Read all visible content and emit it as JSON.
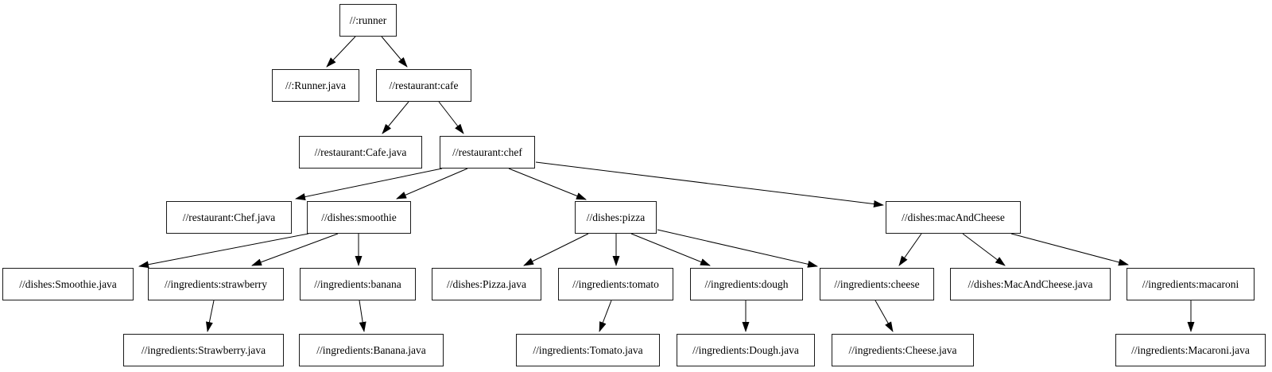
{
  "diagram": {
    "type": "directed-graph",
    "description": "build target dependency tree"
  },
  "colors": {
    "background": "#ffffff",
    "node_fill": "#ffffff",
    "node_border": "#1a1a1a",
    "edge": "#000000",
    "text": "#000000"
  },
  "graph": {
    "nodes": {
      "runner": {
        "label": "//:runner"
      },
      "runner_java": {
        "label": "//:Runner.java"
      },
      "cafe": {
        "label": "//restaurant:cafe"
      },
      "cafe_java": {
        "label": "//restaurant:Cafe.java"
      },
      "chef": {
        "label": "//restaurant:chef"
      },
      "chef_java": {
        "label": "//restaurant:Chef.java"
      },
      "smoothie": {
        "label": "//dishes:smoothie"
      },
      "pizza": {
        "label": "//dishes:pizza"
      },
      "mac": {
        "label": "//dishes:macAndCheese"
      },
      "smoothie_java": {
        "label": "//dishes:Smoothie.java"
      },
      "strawberry": {
        "label": "//ingredients:strawberry"
      },
      "banana": {
        "label": "//ingredients:banana"
      },
      "pizza_java": {
        "label": "//dishes:Pizza.java"
      },
      "tomato": {
        "label": "//ingredients:tomato"
      },
      "dough": {
        "label": "//ingredients:dough"
      },
      "cheese": {
        "label": "//ingredients:cheese"
      },
      "mac_java": {
        "label": "//dishes:MacAndCheese.java"
      },
      "macaroni": {
        "label": "//ingredients:macaroni"
      },
      "strawberry_java": {
        "label": "//ingredients:Strawberry.java"
      },
      "banana_java": {
        "label": "//ingredients:Banana.java"
      },
      "tomato_java": {
        "label": "//ingredients:Tomato.java"
      },
      "dough_java": {
        "label": "//ingredients:Dough.java"
      },
      "cheese_java": {
        "label": "//ingredients:Cheese.java"
      },
      "macaroni_java": {
        "label": "//ingredients:Macaroni.java"
      }
    },
    "edges": [
      {
        "from": "runner",
        "to": "runner_java"
      },
      {
        "from": "runner",
        "to": "cafe"
      },
      {
        "from": "cafe",
        "to": "cafe_java"
      },
      {
        "from": "cafe",
        "to": "chef"
      },
      {
        "from": "chef",
        "to": "chef_java"
      },
      {
        "from": "chef",
        "to": "smoothie"
      },
      {
        "from": "chef",
        "to": "pizza"
      },
      {
        "from": "chef",
        "to": "mac"
      },
      {
        "from": "smoothie",
        "to": "smoothie_java"
      },
      {
        "from": "smoothie",
        "to": "strawberry"
      },
      {
        "from": "smoothie",
        "to": "banana"
      },
      {
        "from": "pizza",
        "to": "pizza_java"
      },
      {
        "from": "pizza",
        "to": "tomato"
      },
      {
        "from": "pizza",
        "to": "dough"
      },
      {
        "from": "pizza",
        "to": "cheese"
      },
      {
        "from": "mac",
        "to": "cheese"
      },
      {
        "from": "mac",
        "to": "mac_java"
      },
      {
        "from": "mac",
        "to": "macaroni"
      },
      {
        "from": "strawberry",
        "to": "strawberry_java"
      },
      {
        "from": "banana",
        "to": "banana_java"
      },
      {
        "from": "tomato",
        "to": "tomato_java"
      },
      {
        "from": "dough",
        "to": "dough_java"
      },
      {
        "from": "cheese",
        "to": "cheese_java"
      },
      {
        "from": "macaroni",
        "to": "macaroni_java"
      }
    ]
  }
}
